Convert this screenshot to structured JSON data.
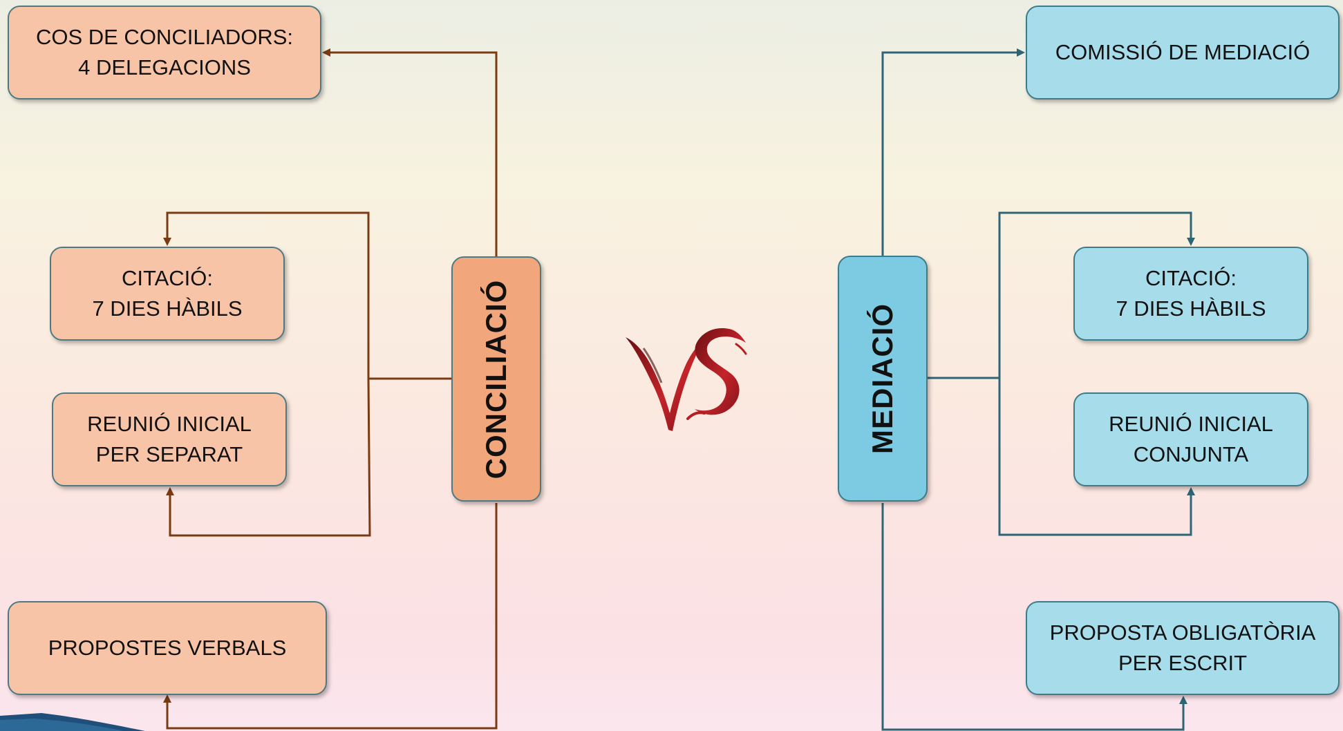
{
  "left": {
    "center_label": "CONCILIACIÓ",
    "boxes": [
      {
        "id": "conciliadors",
        "lines": [
          "COS DE CONCILIADORS:",
          "4 DELEGACIONS"
        ]
      },
      {
        "id": "citacio",
        "lines": [
          "CITACIÓ:",
          "7 DIES HÀBILS"
        ]
      },
      {
        "id": "reunio",
        "lines": [
          "REUNIÓ INICIAL",
          "PER SEPARAT"
        ]
      },
      {
        "id": "propostes",
        "lines": [
          "PROPOSTES VERBALS"
        ]
      }
    ]
  },
  "right": {
    "center_label": "MEDIACIÓ",
    "boxes": [
      {
        "id": "comissio",
        "lines": [
          "COMISSIÓ DE MEDIACIÓ"
        ]
      },
      {
        "id": "citacio",
        "lines": [
          "CITACIÓ:",
          "7 DIES HÀBILS"
        ]
      },
      {
        "id": "reunio",
        "lines": [
          "REUNIÓ INICIAL",
          "CONJUNTA"
        ]
      },
      {
        "id": "proposta",
        "lines": [
          "PROPOSTA OBLIGATÒRIA",
          "PER ESCRIT"
        ]
      }
    ]
  },
  "vs_mark": "VS",
  "colors": {
    "left_box": "#f8c4a7",
    "left_center": "#f2a67c",
    "left_line": "#7a3a12",
    "right_box": "#a7dcea",
    "right_center": "#7ccbe2",
    "right_line": "#2d6575",
    "vs_red": "#b51d22"
  }
}
